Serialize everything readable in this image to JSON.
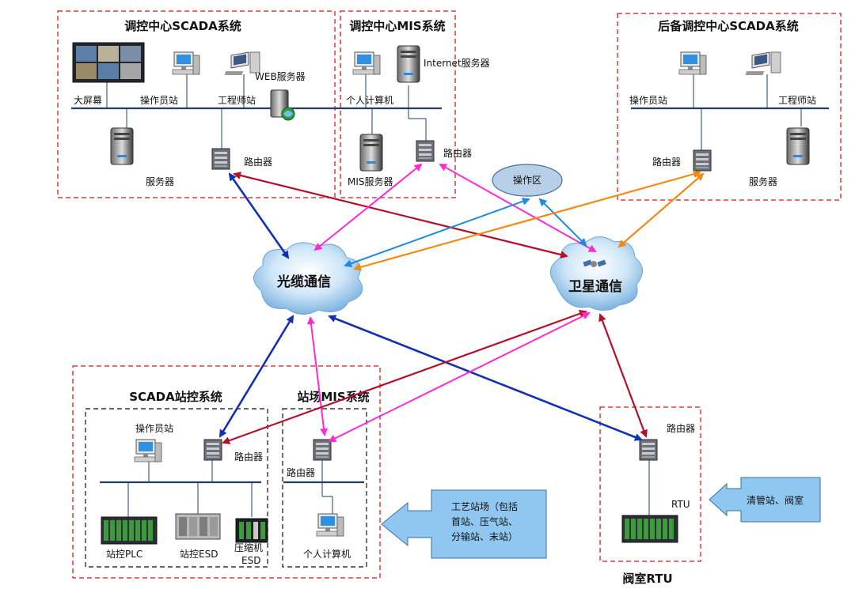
{
  "regions": {
    "control_scada": "调控中心SCADA系统",
    "control_mis": "调控中心MIS系统",
    "backup_scada": "后备调控中心SCADA系统",
    "station_scada": "SCADA站控系统",
    "station_mis": "站场MIS系统",
    "valve_rtu": "阀室RTU"
  },
  "labels": {
    "big_screen": "大屏幕",
    "operator_station": "操作员站",
    "engineer_station": "工程师站",
    "web_server": "WEB服务器",
    "server": "服务器",
    "router": "路由器",
    "internet_server": "Internet服务器",
    "personal_computer": "个人计算机",
    "mis_server": "MIS服务器",
    "operation_zone": "操作区",
    "backup_operator_station": "操作员站",
    "backup_engineer_station": "工程师站",
    "backup_router": "路由器",
    "backup_server": "服务器",
    "fiber_comm": "光缆通信",
    "satellite_comm": "卫星通信",
    "st_operator_station": "操作员站",
    "st_router": "路由器",
    "st_plc": "站控PLC",
    "st_esd": "站控ESD",
    "compressor_esd_1": "压缩机",
    "compressor_esd_2": "ESD",
    "mis_router": "路由器",
    "mis_pc": "个人计算机",
    "rtu_router": "路由器",
    "rtu": "RTU"
  },
  "callouts": {
    "process_station": [
      "工艺站场（包括",
      "首站、压气站、",
      "分输站、末站）"
    ],
    "pigging_station": "清管站、阀室"
  },
  "colors": {
    "region_border": "#e23a3a",
    "station_border": "#333333",
    "bus": "#1f3f6b",
    "fiber_link": "#1230b4",
    "satellite_link": "#b5102a",
    "mis_link": "#ff2ad4",
    "operation_zone_link": "#1e8be3",
    "backup_link": "#f28a13",
    "callout_fill": "#8fc7f0"
  }
}
